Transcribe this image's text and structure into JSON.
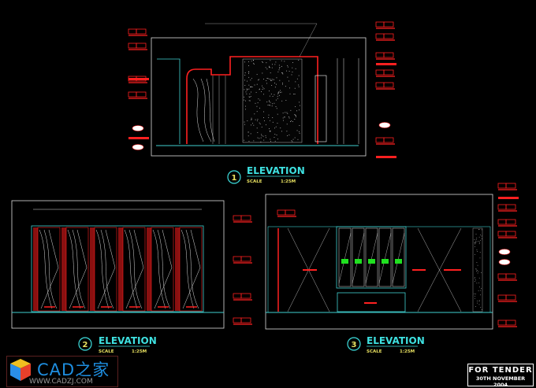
{
  "drawing": {
    "background": "#000000",
    "colors": {
      "frame": "#e0e0e0",
      "outline": "#ff2020",
      "line": "#40d0d0",
      "label": "#e8e060"
    },
    "views": [
      {
        "number": "1",
        "title": "ELEVATION",
        "scale_label": "SCALE",
        "scale": "1:25M"
      },
      {
        "number": "2",
        "title": "ELEVATION",
        "scale_label": "SCALE",
        "scale": "1:25M"
      },
      {
        "number": "3",
        "title": "ELEVATION",
        "scale_label": "SCALE",
        "scale": "1:25M"
      }
    ]
  },
  "title_block": {
    "line1": "FOR TENDER",
    "line2": "30TH NOVEMBER 2004"
  },
  "watermark": {
    "name": "CAD之家",
    "url": "WWW.CADZJ.COM"
  }
}
